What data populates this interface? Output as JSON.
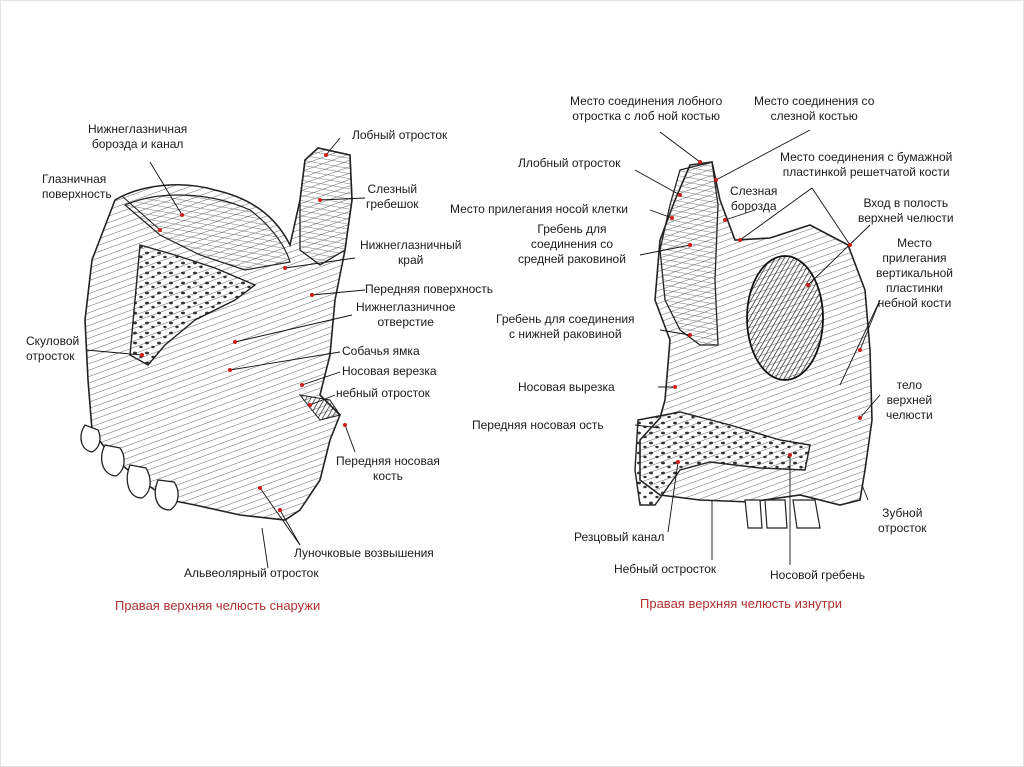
{
  "left_figure": {
    "caption": "Правая верхняя челюсть снаружи",
    "labels": {
      "infraorbital_groove": [
        "Нижнеглазничная",
        "борозда и канал"
      ],
      "orbital_surface": [
        "Глазничная",
        "поверхность"
      ],
      "frontal_process": "Лобный отросток",
      "lacrimal_crest": [
        "Слезный",
        "гребешок"
      ],
      "infraorbital_margin": [
        "Нижнеглазничный",
        "край"
      ],
      "anterior_surface": "Передняя поверхность",
      "infraorbital_foramen": [
        "Нижнеглазничное",
        "отверстие"
      ],
      "zygomatic_process": [
        "Скуловой",
        "отросток"
      ],
      "canine_fossa": "Собачья ямка",
      "nasal_notch": "Носовая верезка",
      "palatine_process": "небный отросток",
      "anterior_nasal_bone": [
        "Передняя носовая",
        "кость"
      ],
      "alveolar_yokes": "Луночковые возвышения",
      "alveolar_process": "Альвеолярный отросток"
    }
  },
  "right_figure": {
    "caption": "Правая верхняя челюсть изнутри",
    "labels": {
      "frontal_junction": [
        "Место соединения лобного",
        "отростка с лоб ной костью"
      ],
      "lacrimal_junction": [
        "Место соединения со",
        "слезной костью"
      ],
      "frontal_process": "Ллобный отросток",
      "ethmoid_junction": [
        "Место соединения с бумажной",
        "пластинкой решетчатой кости"
      ],
      "lacrimal_groove": [
        "Слезная",
        "борозда"
      ],
      "nasal_cell": "Место прилегания носой клетки",
      "sinus_entrance": [
        "Вход в полость",
        "верхней челюсти"
      ],
      "middle_concha_crest": [
        "Гребень для",
        "соединения со",
        "средней раковиной"
      ],
      "palatine_plate": [
        "Место",
        "прилегания",
        "вертикальной",
        "пластинки",
        "небной кости"
      ],
      "inferior_concha_crest": [
        "Гребень для соединения",
        "с нижней раковиной"
      ],
      "nasal_notch": "Носовая вырезка",
      "body": [
        "тело",
        "верхней",
        "челюсти"
      ],
      "anterior_nasal_spine": "Передняя носовая ость",
      "dental_process": [
        "Зубной",
        "отросток"
      ],
      "incisive_canal": "Резцовый канал",
      "palatine_process": "Небный остросток",
      "nasal_crest": "Носовой гребень"
    }
  }
}
